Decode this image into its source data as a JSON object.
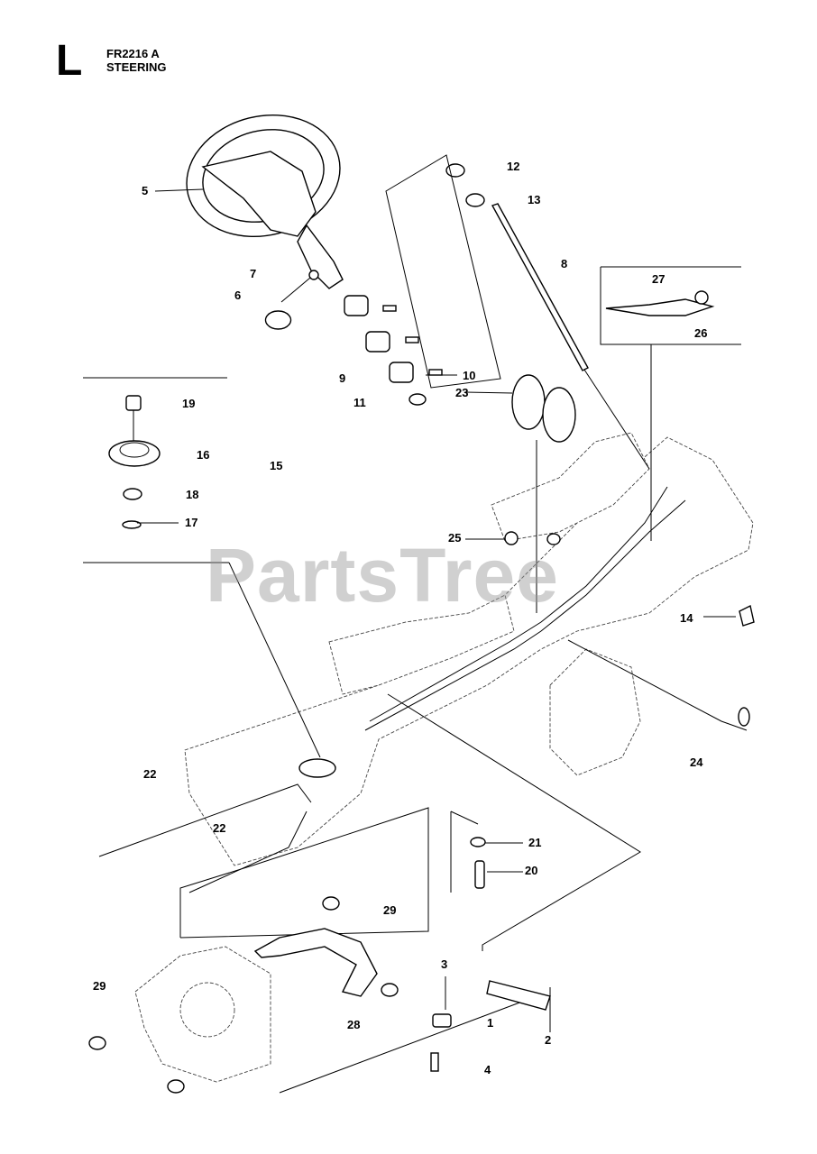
{
  "header": {
    "section_letter": "L",
    "model": "FR2216 A",
    "title": "STEERING"
  },
  "watermark": "PartsTree",
  "callouts": {
    "c1": "1",
    "c2": "2",
    "c3": "3",
    "c4": "4",
    "c5": "5",
    "c6": "6",
    "c7": "7",
    "c8": "8",
    "c9": "9",
    "c10": "10",
    "c11": "11",
    "c12": "12",
    "c13": "13",
    "c14": "14",
    "c15": "15",
    "c16": "16",
    "c17": "17",
    "c18": "18",
    "c19": "19",
    "c20": "20",
    "c21": "21",
    "c22a": "22",
    "c22b": "22",
    "c23": "23",
    "c24": "24",
    "c25": "25",
    "c26": "26",
    "c27": "27",
    "c28": "28",
    "c29a": "29",
    "c29b": "29"
  }
}
